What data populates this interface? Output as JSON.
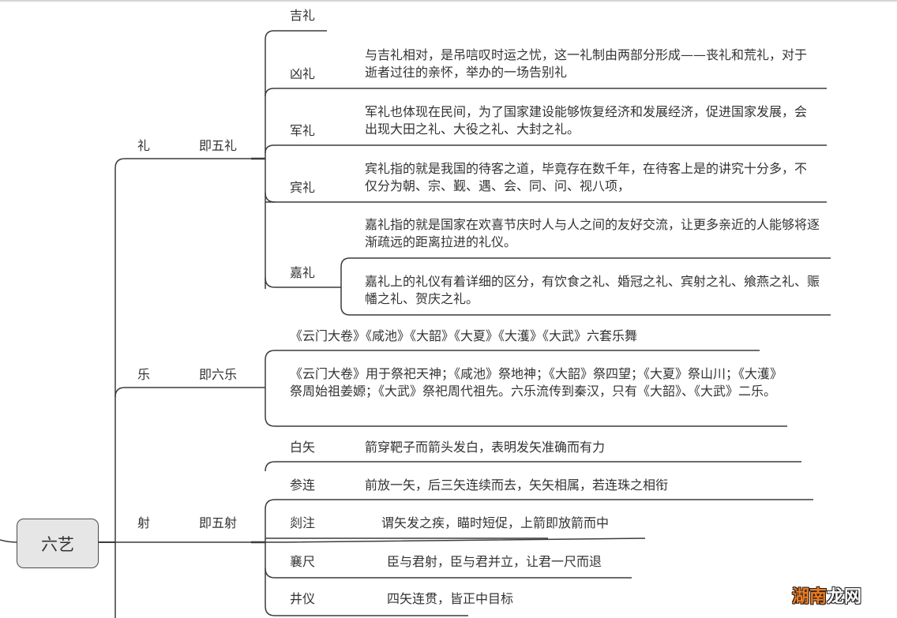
{
  "mindmap": {
    "root": "六艺",
    "branches": [
      {
        "label": "礼",
        "sub": "即五礼",
        "items": [
          {
            "label": "吉礼",
            "notes": []
          },
          {
            "label": "凶礼",
            "notes": [
              "与吉礼相对，是吊唁叹时运之忧，这一礼制由两部分形成——丧礼和荒礼，对于逝者过往的亲怀，举办的一场告别礼"
            ]
          },
          {
            "label": "军礼",
            "notes": [
              "军礼也体现在民间，为了国家建设能够恢复经济和发展经济，促进国家发展，会出现大田之礼、大役之礼、大封之礼。"
            ]
          },
          {
            "label": "宾礼",
            "notes": [
              "宾礼指的就是我国的待客之道，毕竟存在数千年，在待客上是的讲究十分多，不仅分为朝、宗、觐、遇、会、同、问、视八项，"
            ]
          },
          {
            "label": "嘉礼",
            "notes": [
              "嘉礼指的就是国家在欢喜节庆时人与人之间的友好交流，让更多亲近的人能够将逐渐疏远的距离拉进的礼仪。",
              "嘉礼上的礼仪有着详细的区分，有饮食之礼、婚冠之礼、宾射之礼、飨燕之礼、赈幡之礼、贺庆之礼。"
            ]
          }
        ]
      },
      {
        "label": "乐",
        "sub": "即六乐",
        "notes": [
          "《云门大卷》《咸池》《大韶》《大夏》《大濩》《大武》六套乐舞",
          "《云门大卷》用于祭祀天神；《咸池》祭地神；《大韶》祭四望；《大夏》祭山川；《大濩》祭周始祖姜嫄；《大武》祭祀周代祖先。六乐流传到秦汉，只有《大韶》、《大武》二乐。"
        ]
      },
      {
        "label": "射",
        "sub": "即五射",
        "items": [
          {
            "label": "白矢",
            "note": "箭穿靶子而箭头发白，表明发矢准确而有力"
          },
          {
            "label": "参连",
            "note": "前放一矢，后三矢连续而去，矢矢相属，若连珠之相衔"
          },
          {
            "label": "剡注",
            "note": "谓矢发之疾，瞄时短促，上箭即放箭而中"
          },
          {
            "label": "襄尺",
            "note": "臣与君射，臣与君并立，让君一尺而退"
          },
          {
            "label": "井仪",
            "note": "四矢连贯，皆正中目标"
          }
        ]
      }
    ]
  },
  "watermark": {
    "part1": "湖南",
    "part2": "龙网"
  },
  "colors": {
    "line": "#3c3c3c",
    "root_fill": "#e6e6e6",
    "text": "#333333",
    "watermark_orange": "#f07a1a"
  }
}
